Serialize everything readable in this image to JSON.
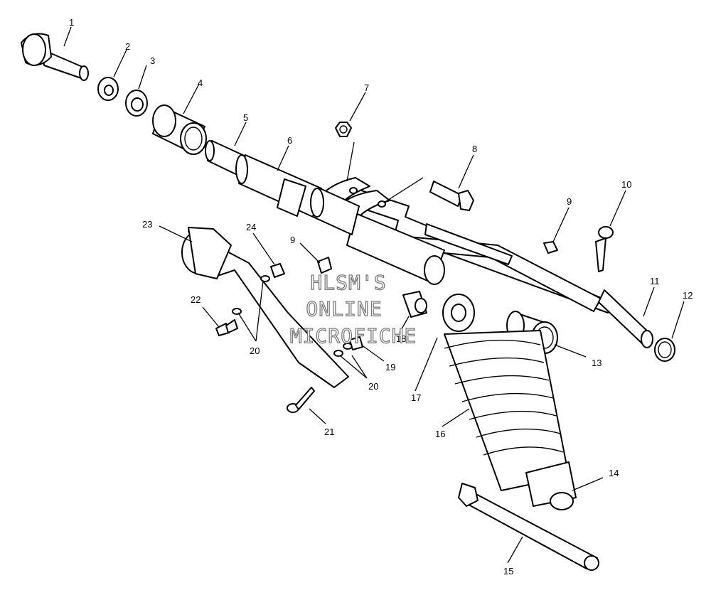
{
  "watermark": {
    "line1": "HLSM'S",
    "line2": "ONLINE",
    "line3": "MICROFICHE"
  },
  "callouts": [
    "1",
    "2",
    "3",
    "4",
    "5",
    "6",
    "7",
    "8",
    "9",
    "10",
    "11",
    "12",
    "13",
    "14",
    "15",
    "16",
    "17",
    "18",
    "19",
    "20",
    "21",
    "22",
    "23",
    "24"
  ],
  "callouts_extra": {
    "nine_b": "9",
    "twenty_b": "20"
  },
  "colors": {
    "line": "#000000",
    "background": "#ffffff",
    "watermark_outline": "#7a7a7a"
  }
}
